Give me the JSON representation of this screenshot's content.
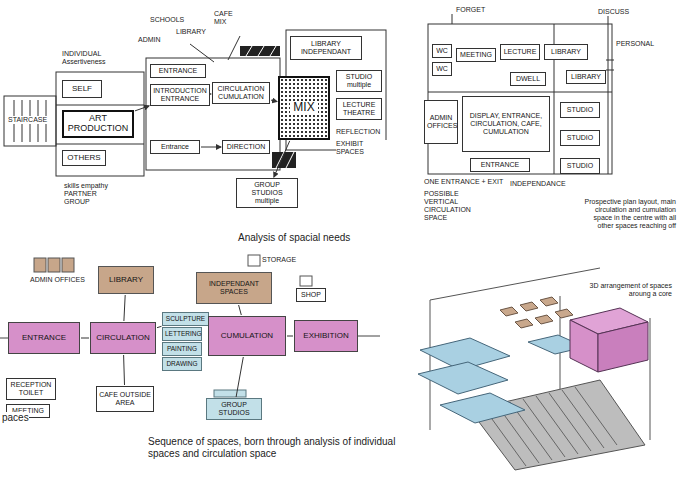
{
  "diagram": {
    "nodes": [
      {
        "text": [
          "SELF"
        ]
      },
      {
        "text": [
          "ART PRODUCTION"
        ]
      },
      {
        "text": [
          "OTHERS"
        ]
      },
      {
        "text": [
          "ENTRANCE"
        ]
      },
      {
        "text": [
          "INTRODUCTION ENTRANCE"
        ]
      },
      {
        "text": [
          "Entrance"
        ]
      },
      {
        "text": [
          "CIRCULATION CUMULATION"
        ]
      },
      {
        "text": [
          "DIRECTION"
        ]
      },
      {
        "text": [
          "MIX"
        ]
      },
      {
        "text": [
          "LIBRARY INDEPENDANT"
        ]
      },
      {
        "text": [
          "STUDIO multiple"
        ]
      },
      {
        "text": [
          "LECTURE THEATRE"
        ]
      },
      {
        "text": [
          "GROUP STUDIOS multiple"
        ]
      },
      {
        "text": [
          "WC"
        ]
      },
      {
        "text": [
          "WC"
        ]
      },
      {
        "text": [
          "MEETING"
        ]
      },
      {
        "text": [
          "LECTURE"
        ]
      },
      {
        "text": [
          "LIBRARY"
        ]
      },
      {
        "text": [
          "DWELL"
        ]
      },
      {
        "text": [
          "LIBRARY"
        ]
      },
      {
        "text": [
          "DISPLAY, ENTRANCE, CIRCULATION, CAFE, CUMULATION"
        ]
      },
      {
        "text": [
          "STUDIO"
        ]
      },
      {
        "text": [
          "STUDIO"
        ]
      },
      {
        "text": [
          "STUDIO"
        ]
      },
      {
        "text": [
          "ENTRANCE"
        ]
      },
      {
        "text": [
          "ADMIN OFFICES"
        ]
      },
      {
        "text": [
          "LIBRARY"
        ]
      },
      {
        "text": [
          "INDEPENDANT SPACES"
        ]
      },
      {
        "text": [
          "SHOP"
        ]
      },
      {
        "text": [
          "ENTRANCE"
        ]
      },
      {
        "text": [
          "CIRCULATION"
        ]
      },
      {
        "text": [
          "SCULPTURE"
        ]
      },
      {
        "text": [
          "LETTERING"
        ]
      },
      {
        "text": [
          "PAINTING"
        ]
      },
      {
        "text": [
          "DRAWING"
        ]
      },
      {
        "text": [
          "CUMULATION"
        ]
      },
      {
        "text": [
          "EXHIBITION"
        ]
      },
      {
        "text": [
          "RECEPTION TOILET"
        ]
      },
      {
        "text": [
          "MEETING"
        ]
      },
      {
        "text": [
          "CAFE OUTSIDE AREA"
        ]
      },
      {
        "text": [
          "GROUP STUDIOS"
        ]
      }
    ],
    "edges": [
      {
        "from": 1,
        "to": 4,
        "arrow": "to"
      },
      {
        "from": 4,
        "to": 6,
        "arrow": "to"
      },
      {
        "from": 6,
        "to": 8,
        "arrow": "to"
      },
      {
        "from": 5,
        "to": 7,
        "arrow": "to"
      },
      {
        "from": 8,
        "to": 12,
        "arrow": "to"
      },
      {
        "from": 29,
        "to": 30,
        "arrow": "none"
      },
      {
        "from": 30,
        "to": 31,
        "arrow": "none"
      },
      {
        "from": 31,
        "to": 35,
        "arrow": "none"
      },
      {
        "from": 35,
        "to": 36,
        "arrow": "none"
      },
      {
        "from": 30,
        "to": 26,
        "arrow": "none"
      },
      {
        "from": 30,
        "to": 39,
        "arrow": "none"
      },
      {
        "from": 35,
        "to": 27,
        "arrow": "none"
      },
      {
        "from": 35,
        "to": 40,
        "arrow": "none"
      }
    ],
    "labels": [
      "INDIVIDUAL Assertiveness",
      "skills empathy PARTNER GROUP",
      "SCHOOLS",
      "ADMIN",
      "LIBRARY",
      "CAFE MIX",
      "REFLECTION",
      "EXHIBIT SPACES",
      "STAIRCASE",
      "Analysis of spacial needs",
      "FORGET",
      "DISCUSS",
      "PERSONAL",
      "ONE ENTRANCE + EXIT",
      "INDEPENDANCE",
      "POSSIBLE VERTICAL CIRCULATION SPACE",
      "Prospective plan layout, main circulation and cumulation space in the centre with all other spaces reaching off",
      "ADMIN OFFICES",
      "STORAGE",
      "paces",
      "Sequence of spaces, born through analysis of individual spaces and circulation space",
      "3D arrangement of spaces aroung a core"
    ]
  }
}
